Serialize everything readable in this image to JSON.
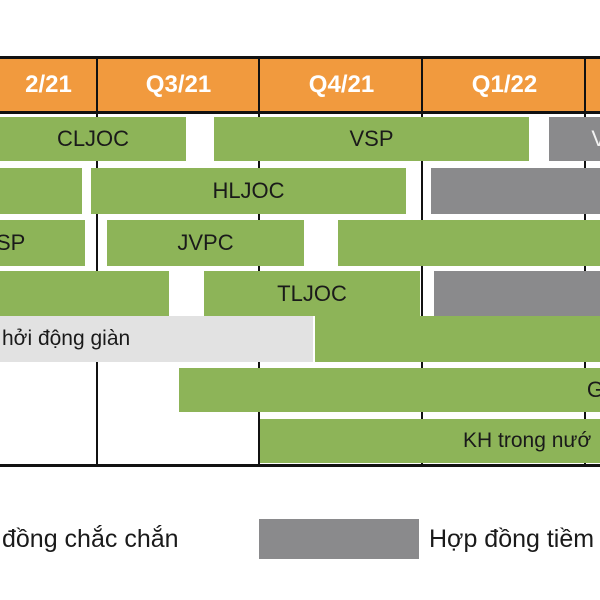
{
  "colors": {
    "header": "#f19a3e",
    "confirmed": "#8db458",
    "potential": "#8a8a8c",
    "other": "#e2e2e2",
    "grid": "#111111"
  },
  "header": {
    "quarters": [
      "2/21",
      "Q3/21",
      "Q4/21",
      "Q1/22",
      ""
    ]
  },
  "rows": [
    {
      "bars": [
        {
          "label": "CLJOC",
          "color": "green"
        },
        {
          "label": "VSP",
          "color": "green"
        },
        {
          "label": "V",
          "color": "gray"
        }
      ]
    },
    {
      "bars": [
        {
          "label": "",
          "color": "green"
        },
        {
          "label": "HLJOC",
          "color": "green"
        },
        {
          "label": "",
          "color": "gray"
        }
      ]
    },
    {
      "bars": [
        {
          "label": "SP",
          "color": "green"
        },
        {
          "label": "JVPC",
          "color": "green"
        },
        {
          "label": "",
          "color": "green"
        }
      ]
    },
    {
      "bars": [
        {
          "label": "",
          "color": "green"
        },
        {
          "label": "TLJOC",
          "color": "green"
        },
        {
          "label": "",
          "color": "gray"
        }
      ]
    },
    {
      "bars": [
        {
          "label": "hởi động giàn",
          "color": "light"
        },
        {
          "label": "",
          "color": "green"
        }
      ]
    },
    {
      "bars": [
        {
          "label": "G",
          "color": "green"
        }
      ]
    },
    {
      "bars": [
        {
          "label": "KH trong nướ",
          "color": "green"
        }
      ]
    }
  ],
  "legend": {
    "confirmed_label": "đồng chắc chắn",
    "potential_label": "Hợp đồng tiềm"
  }
}
